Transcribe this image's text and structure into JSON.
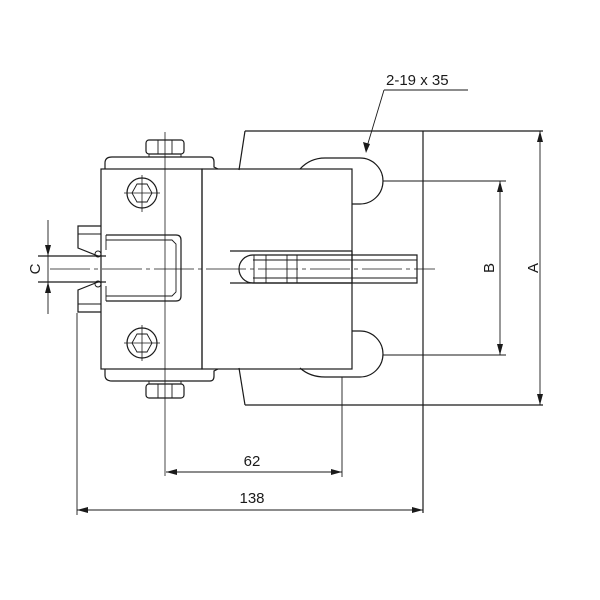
{
  "drawing": {
    "callout_slot": "2-19 x 35",
    "dim_overall_width": "138",
    "dim_bolt_to_slot": "62",
    "dim_slot_spacing": "B",
    "dim_base_height": "A",
    "dim_shaft_diameter": "C"
  },
  "colors": {
    "line": "#1a1a1a",
    "background": "#ffffff"
  }
}
